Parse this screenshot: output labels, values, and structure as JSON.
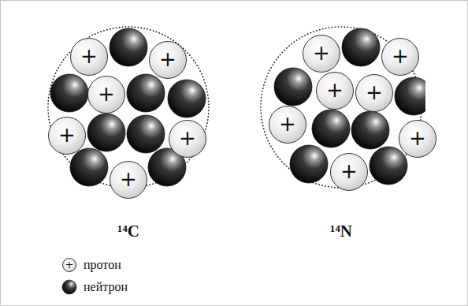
{
  "diagram": {
    "nodes": [
      {
        "text": [
          "¹⁴C"
        ]
      },
      {
        "text": [
          "+"
        ],
        "in": 0
      },
      {
        "text": [
          "+"
        ],
        "in": 0
      },
      {
        "text": [
          "+"
        ],
        "in": 0
      },
      {
        "text": [
          "+"
        ],
        "in": 0
      },
      {
        "text": [
          "+"
        ],
        "in": 0
      },
      {
        "text": [
          "+"
        ],
        "in": 0
      },
      {
        "text": [
          "¹⁴N"
        ]
      },
      {
        "text": [
          "+"
        ],
        "in": 7
      },
      {
        "text": [
          "+"
        ],
        "in": 7
      },
      {
        "text": [
          "+"
        ],
        "in": 7
      },
      {
        "text": [
          "+"
        ],
        "in": 7
      },
      {
        "text": [
          "+"
        ],
        "in": 7
      },
      {
        "text": [
          "+"
        ],
        "in": 7
      },
      {
        "text": [
          "+"
        ],
        "in": 7
      }
    ],
    "labels": [
      "+"
    ],
    "legend": [
      {
        "text": "протон"
      },
      {
        "text": "нейтрон"
      }
    ]
  }
}
